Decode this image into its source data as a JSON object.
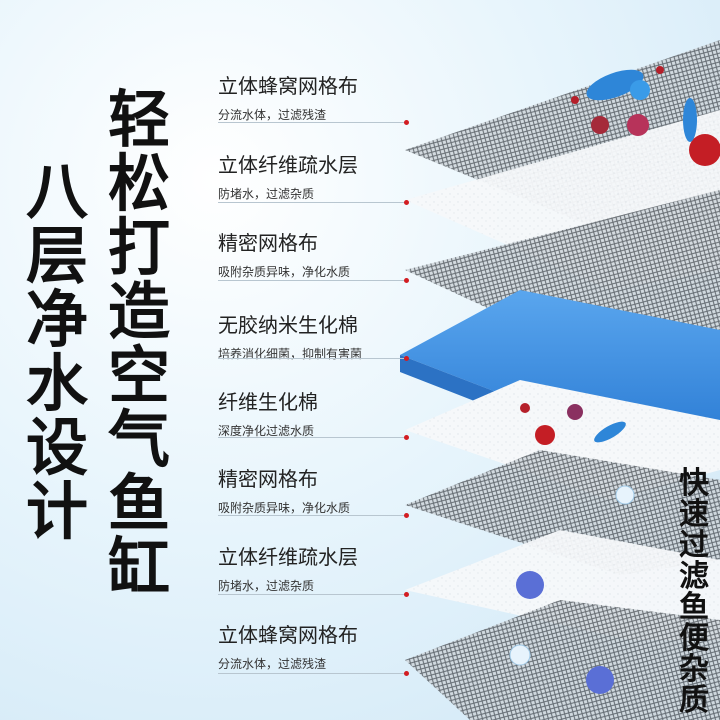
{
  "headline": {
    "left": [
      "八",
      "层",
      "净",
      "水",
      "设",
      "计"
    ],
    "right": [
      "轻",
      "松",
      "打",
      "造",
      "空",
      "气",
      "鱼",
      "缸"
    ]
  },
  "side_text": [
    "快",
    "速",
    "过",
    "滤",
    "鱼",
    "便",
    "杂",
    "质"
  ],
  "layers": [
    {
      "title": "立体蜂窝网格布",
      "sub": "分流水体，过滤残渣"
    },
    {
      "title": "立体纤维疏水层",
      "sub": "防堵水，过滤杂质"
    },
    {
      "title": "精密网格布",
      "sub": "吸附杂质异味，净化水质"
    },
    {
      "title": "无胶纳米生化棉",
      "sub": "培养消化细菌，抑制有害菌"
    },
    {
      "title": "纤维生化棉",
      "sub": "深度净化过滤水质"
    },
    {
      "title": "精密网格布",
      "sub": "吸附杂质异味，净化水质"
    },
    {
      "title": "立体纤维疏水层",
      "sub": "防堵水，过滤杂质"
    },
    {
      "title": "立体蜂窝网格布",
      "sub": "分流水体，过滤残渣"
    }
  ],
  "colors": {
    "text": "#222222",
    "dot": "#d21d22",
    "blue_foam": "#3a8ee0",
    "mesh": "#6a6a6a",
    "white_layer": "#f4f7f9"
  }
}
